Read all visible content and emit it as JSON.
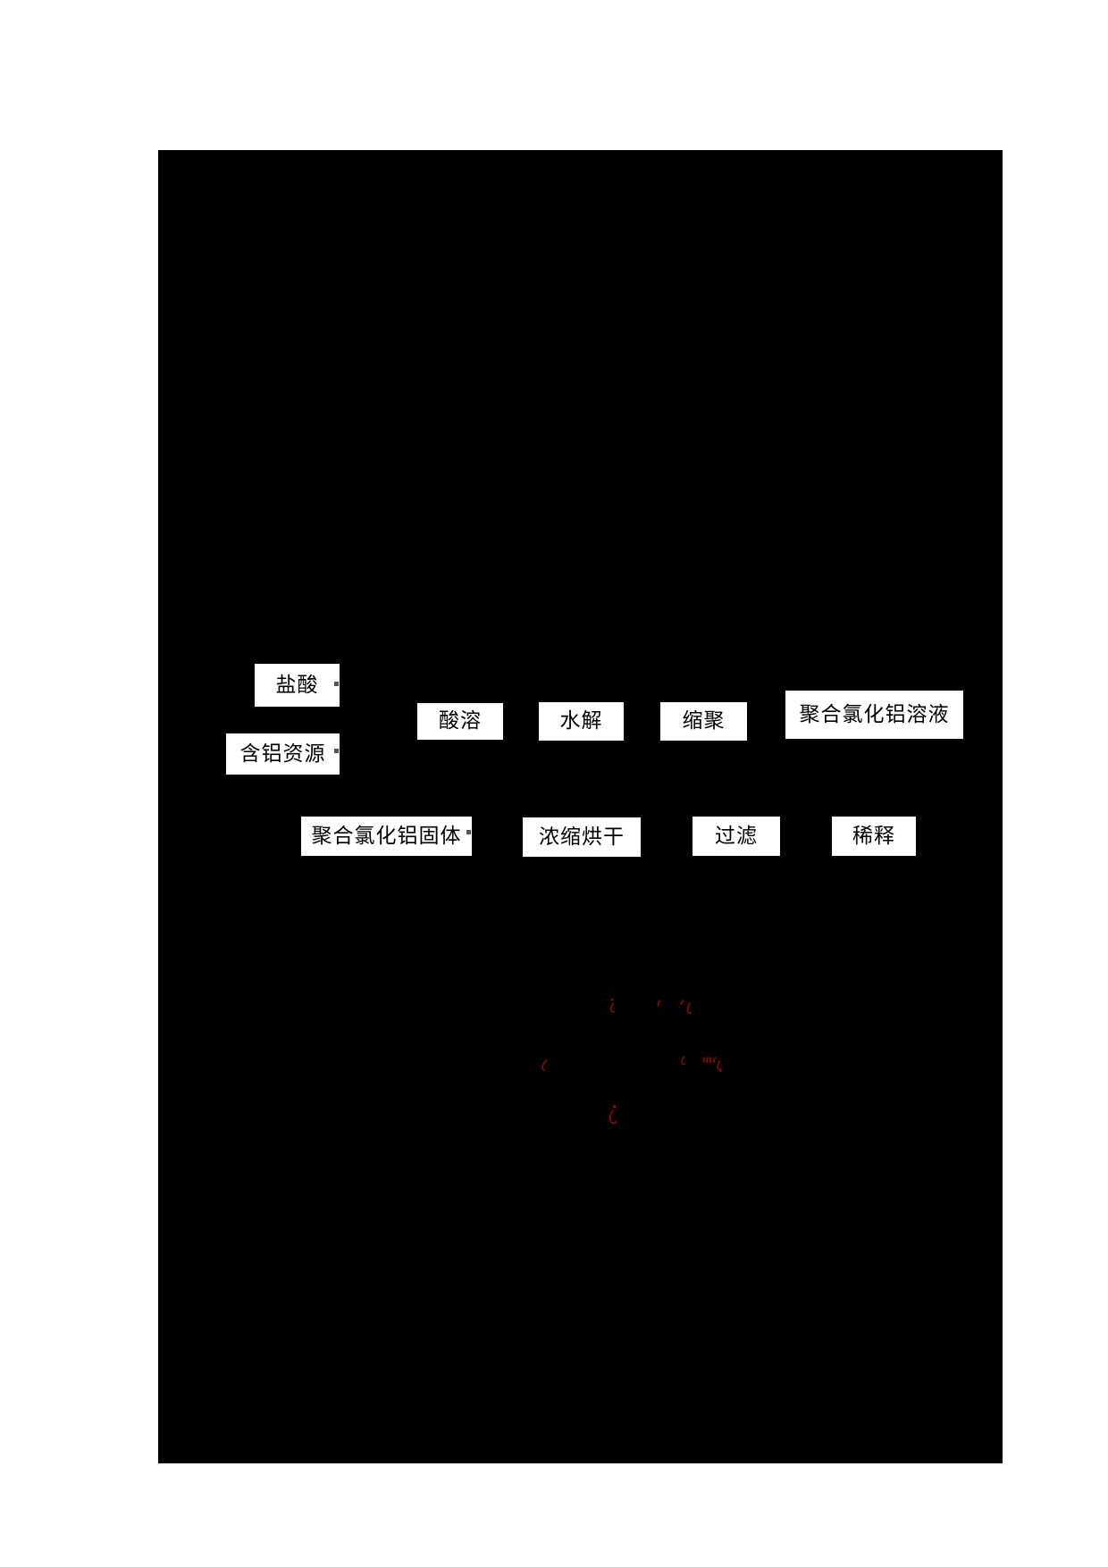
{
  "figure": {
    "type": "flowchart",
    "description": "聚合氯化铝生产工艺流程图 (polyaluminum chloride production process flow diagram, rendered on black background)",
    "page_background": "#ffffff",
    "figure_background": "#000000",
    "box_background": "#ffffff",
    "box_text_color": "#000000",
    "boxes": [
      {
        "id": "hydrochloric-acid",
        "label": "盐酸"
      },
      {
        "id": "aluminum-resource",
        "label": "含铝资源"
      },
      {
        "id": "acid-dissolution",
        "label": "酸溶"
      },
      {
        "id": "hydrolysis",
        "label": "水解"
      },
      {
        "id": "polycondensation",
        "label": "缩聚"
      },
      {
        "id": "pac-solution",
        "label": "聚合氯化铝溶液"
      },
      {
        "id": "pac-solid",
        "label": "聚合氯化铝固体"
      },
      {
        "id": "concentrate-dry",
        "label": "浓缩烘干"
      },
      {
        "id": "filtration",
        "label": "过滤"
      },
      {
        "id": "dilution",
        "label": "稀释"
      }
    ],
    "red_fragments": {
      "color": "#990000",
      "note": "small illegible dark-red glyph fragments (remnants of red text) in lower middle of figure",
      "count": 10
    }
  }
}
